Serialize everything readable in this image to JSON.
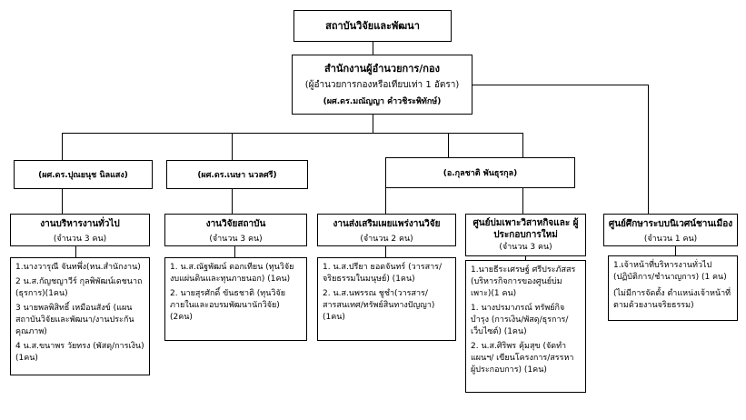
{
  "institute": {
    "title": "สถาบันวิจัยและพัฒนา"
  },
  "director_office": {
    "title": "สำนักงานผู้อำนวยการ/กอง",
    "subtitle": "(ผู้อำนวยการกองหรือเทียบเท่า 1 อัตรา)",
    "head": "(ผศ.ดร.มณัญญา คำวชิระพิทักษ์)"
  },
  "supervisors": {
    "a": "(ผศ.ดร.ปุณยนุช นิลแสง)",
    "b": "(ผศ.ดร.เนษา นวลศรี)",
    "c": "(อ.กุลชาติ พันธุรกุล)"
  },
  "units": [
    {
      "title": "งานบริหารงานทั่วไป",
      "count": "(จำนวน 3 คน)",
      "staff": [
        "1.นางวารุณี จันทพึ่ง(หน.สำนักงาน)",
        "2 น.ส.กัญชญาวีร์ กุลพิพัฒน์เดชนาถ (ธุรการ)(1คน)",
        "3 นายพลพิสิทธิ์ เหมือนสังข์ (แผน สถาบันวิจัยและพัฒนา/งานประกัน คุณภาพ)",
        "4 น.ส.ขนาพร วัยทรง (พัสดุ/การเงิน) (1คน)"
      ]
    },
    {
      "title": "งานวิจัยสถาบัน",
      "count": "(จำนวน 3 คน)",
      "staff": [
        "1. น.ส.ณัฐพัฒน์ ดอกเทียน (ทุนวิจัย งบแผ่นดินและทุนภายนอก) (1คน)",
        "2. นายสุรศักดิ์ ขันธชาติ (ทุนวิจัย ภายในและอบรมพัฒนานักวิจัย) (2คน)"
      ]
    },
    {
      "title": "งานส่งเสริมเผยแพร่งานวิจัย",
      "count": "(จำนวน 2 คน)",
      "staff": [
        "1. น.ส.ปรียา ยอดจันทร์ (วารสาร/ จริยธรรมในมนุษย์) (1คน)",
        "2. น.ส.นพรรณ ชูชำ(วารสาร/ สารสนเทศ/ทรัพย์สินทางปัญญา) (1คน)"
      ]
    },
    {
      "title": "ศูนย์บ่มเพาะวิสาหกิจและ ผู้ประกอบการใหม่",
      "count": "(จำนวน 3 คน)",
      "staff": [
        "1.นายธีระเศรษฐ์ ศรีประภัสสร (บริหารกิจการของศูนย์บ่มเพาะ)(1 คน)",
        "1. นางปรมาภรณ์ ทรัพย์กิจบำรุง (การเงิน/พัสดุ/ธุรการ/เว็บไซต์) (1คน)",
        "2. น.ส.ศิริพร คุ้มสุข (จัดทำแผนฯ/ เขียนโครงการ/สรรหา ผู้ประกอบการ) (1คน)"
      ]
    },
    {
      "title": "ศูนย์ศึกษาระบบนิเวศน์ชานเมือง",
      "count": "(จำนวน 1 คน)",
      "staff": [
        "1.เจ้าหน้าที่บริหารงานทั่วไป (ปฏิบัติการ/ชำนาญการ) (1 คน)",
        "(ไม่มีการจัดตั้ง ตำแหน่งเจ้าหน้าที่ ตามด้วยงานจริยธรรม)"
      ]
    }
  ]
}
